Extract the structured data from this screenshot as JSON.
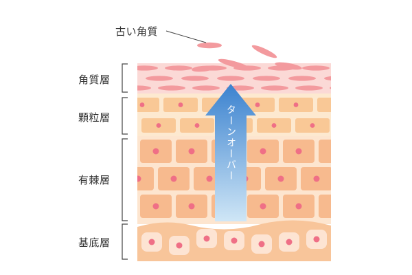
{
  "labels": {
    "old_keratin": "古い角質",
    "stratum_corneum": "角質層",
    "stratum_granulosum": "顆粒層",
    "stratum_spinosum": "有棘層",
    "stratum_basale": "基底層"
  },
  "arrow_text": "ターンオーバー",
  "colors": {
    "corneum_bg": "#fbd9d6",
    "corneum_cell": "#f39a9e",
    "granulosum_bg": "#fde9d0",
    "granulosum_cell": "#f9c896",
    "spinosum_bg": "#fde5cf",
    "spinosum_cell": "#f7ba8e",
    "basale_bg": "#f8c59a",
    "basale_cell": "#fde4d3",
    "nucleus": "#ef6f86",
    "arrow_top": "#3b82cf",
    "arrow_bottom": "#cfe6f6",
    "bracket": "#444444"
  }
}
